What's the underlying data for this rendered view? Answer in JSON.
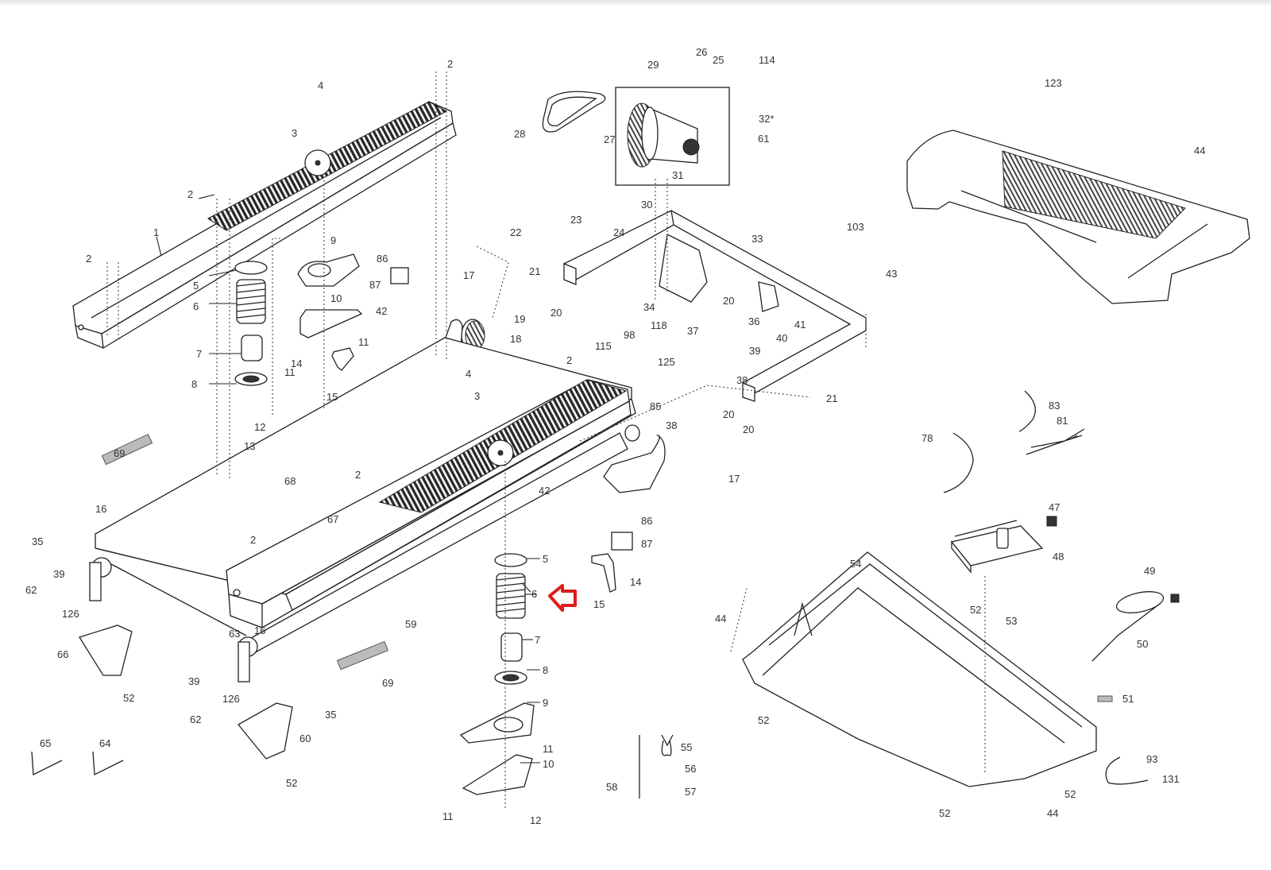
{
  "diagram": {
    "type": "exploded-parts-diagram",
    "subject": "treadmill frame and motor assembly",
    "highlight": {
      "part": "6",
      "indicator": "red-arrow",
      "color": "#e01b1b"
    },
    "callouts": [
      {
        "id": "c1",
        "text": "1"
      },
      {
        "id": "c2a",
        "text": "2"
      },
      {
        "id": "c2b",
        "text": "2"
      },
      {
        "id": "c2c",
        "text": "2"
      },
      {
        "id": "c2d",
        "text": "2"
      },
      {
        "id": "c2e",
        "text": "2"
      },
      {
        "id": "c2f",
        "text": "2"
      },
      {
        "id": "c3a",
        "text": "3"
      },
      {
        "id": "c3b",
        "text": "3"
      },
      {
        "id": "c4a",
        "text": "4"
      },
      {
        "id": "c4b",
        "text": "4"
      },
      {
        "id": "c5a",
        "text": "5"
      },
      {
        "id": "c5b",
        "text": "5"
      },
      {
        "id": "c6a",
        "text": "6"
      },
      {
        "id": "c6b",
        "text": "6"
      },
      {
        "id": "c7a",
        "text": "7"
      },
      {
        "id": "c7b",
        "text": "7"
      },
      {
        "id": "c8a",
        "text": "8"
      },
      {
        "id": "c8b",
        "text": "8"
      },
      {
        "id": "c9a",
        "text": "9"
      },
      {
        "id": "c9b",
        "text": "9"
      },
      {
        "id": "c10a",
        "text": "10"
      },
      {
        "id": "c10b",
        "text": "10"
      },
      {
        "id": "c11a",
        "text": "11"
      },
      {
        "id": "c11b",
        "text": "11"
      },
      {
        "id": "c11c",
        "text": "11"
      },
      {
        "id": "c11d",
        "text": "11"
      },
      {
        "id": "c12a",
        "text": "12"
      },
      {
        "id": "c12b",
        "text": "12"
      },
      {
        "id": "c13",
        "text": "13"
      },
      {
        "id": "c14a",
        "text": "14"
      },
      {
        "id": "c14b",
        "text": "14"
      },
      {
        "id": "c15a",
        "text": "15"
      },
      {
        "id": "c15b",
        "text": "15"
      },
      {
        "id": "c16a",
        "text": "16"
      },
      {
        "id": "c16b",
        "text": "16"
      },
      {
        "id": "c17a",
        "text": "17"
      },
      {
        "id": "c17b",
        "text": "17"
      },
      {
        "id": "c18",
        "text": "18"
      },
      {
        "id": "c19",
        "text": "19"
      },
      {
        "id": "c20a",
        "text": "20"
      },
      {
        "id": "c20b",
        "text": "20"
      },
      {
        "id": "c20c",
        "text": "20"
      },
      {
        "id": "c20d",
        "text": "20"
      },
      {
        "id": "c21a",
        "text": "21"
      },
      {
        "id": "c21b",
        "text": "21"
      },
      {
        "id": "c22",
        "text": "22"
      },
      {
        "id": "c23",
        "text": "23"
      },
      {
        "id": "c24",
        "text": "24"
      },
      {
        "id": "c25",
        "text": "25"
      },
      {
        "id": "c26",
        "text": "26"
      },
      {
        "id": "c27",
        "text": "27"
      },
      {
        "id": "c28",
        "text": "28"
      },
      {
        "id": "c29",
        "text": "29"
      },
      {
        "id": "c30",
        "text": "30"
      },
      {
        "id": "c31",
        "text": "31"
      },
      {
        "id": "c32",
        "text": "32*"
      },
      {
        "id": "c33",
        "text": "33"
      },
      {
        "id": "c34",
        "text": "34"
      },
      {
        "id": "c35a",
        "text": "35"
      },
      {
        "id": "c35b",
        "text": "35"
      },
      {
        "id": "c36",
        "text": "36"
      },
      {
        "id": "c37",
        "text": "37"
      },
      {
        "id": "c38a",
        "text": "38"
      },
      {
        "id": "c38b",
        "text": "38"
      },
      {
        "id": "c39a",
        "text": "39"
      },
      {
        "id": "c39b",
        "text": "39"
      },
      {
        "id": "c39c",
        "text": "39"
      },
      {
        "id": "c40",
        "text": "40"
      },
      {
        "id": "c41",
        "text": "41"
      },
      {
        "id": "c42a",
        "text": "42"
      },
      {
        "id": "c42b",
        "text": "42"
      },
      {
        "id": "c43",
        "text": "43"
      },
      {
        "id": "c44a",
        "text": "44"
      },
      {
        "id": "c44b",
        "text": "44"
      },
      {
        "id": "c44c",
        "text": "44"
      },
      {
        "id": "c47",
        "text": "47"
      },
      {
        "id": "c48",
        "text": "48"
      },
      {
        "id": "c49",
        "text": "49"
      },
      {
        "id": "c50",
        "text": "50"
      },
      {
        "id": "c51",
        "text": "51"
      },
      {
        "id": "c52a",
        "text": "52"
      },
      {
        "id": "c52b",
        "text": "52"
      },
      {
        "id": "c52c",
        "text": "52"
      },
      {
        "id": "c52d",
        "text": "52"
      },
      {
        "id": "c52e",
        "text": "52"
      },
      {
        "id": "c52f",
        "text": "52"
      },
      {
        "id": "c53",
        "text": "53"
      },
      {
        "id": "c54",
        "text": "54"
      },
      {
        "id": "c55",
        "text": "55"
      },
      {
        "id": "c56",
        "text": "56"
      },
      {
        "id": "c57",
        "text": "57"
      },
      {
        "id": "c58",
        "text": "58"
      },
      {
        "id": "c59",
        "text": "59"
      },
      {
        "id": "c60",
        "text": "60"
      },
      {
        "id": "c61",
        "text": "61"
      },
      {
        "id": "c62a",
        "text": "62"
      },
      {
        "id": "c62b",
        "text": "62"
      },
      {
        "id": "c63",
        "text": "63"
      },
      {
        "id": "c64",
        "text": "64"
      },
      {
        "id": "c65",
        "text": "65"
      },
      {
        "id": "c66",
        "text": "66"
      },
      {
        "id": "c67",
        "text": "67"
      },
      {
        "id": "c68",
        "text": "68"
      },
      {
        "id": "c69a",
        "text": "69"
      },
      {
        "id": "c69b",
        "text": "69"
      },
      {
        "id": "c78",
        "text": "78"
      },
      {
        "id": "c81",
        "text": "81"
      },
      {
        "id": "c83",
        "text": "83"
      },
      {
        "id": "c85",
        "text": "85"
      },
      {
        "id": "c86a",
        "text": "86"
      },
      {
        "id": "c86b",
        "text": "86"
      },
      {
        "id": "c87a",
        "text": "87"
      },
      {
        "id": "c87b",
        "text": "87"
      },
      {
        "id": "c93",
        "text": "93"
      },
      {
        "id": "c98",
        "text": "98"
      },
      {
        "id": "c103",
        "text": "103"
      },
      {
        "id": "c114",
        "text": "114"
      },
      {
        "id": "c115",
        "text": "115"
      },
      {
        "id": "c118",
        "text": "118"
      },
      {
        "id": "c123",
        "text": "123"
      },
      {
        "id": "c125",
        "text": "125"
      },
      {
        "id": "c126a",
        "text": "126"
      },
      {
        "id": "c126b",
        "text": "126"
      },
      {
        "id": "c131",
        "text": "131"
      }
    ]
  }
}
